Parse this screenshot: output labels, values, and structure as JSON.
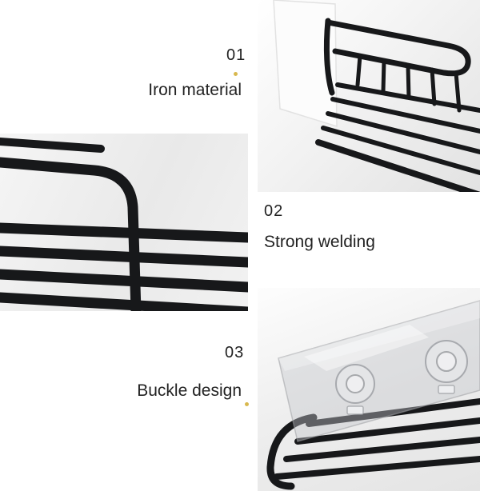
{
  "features": [
    {
      "number": "01",
      "label": "Iron material"
    },
    {
      "number": "02",
      "label": "Strong welding"
    },
    {
      "number": "03",
      "label": "Buckle design"
    }
  ],
  "colors": {
    "wire": "#17181a",
    "accent": "#d8b84e",
    "text": "#222222",
    "photo_background": "#efefef"
  }
}
